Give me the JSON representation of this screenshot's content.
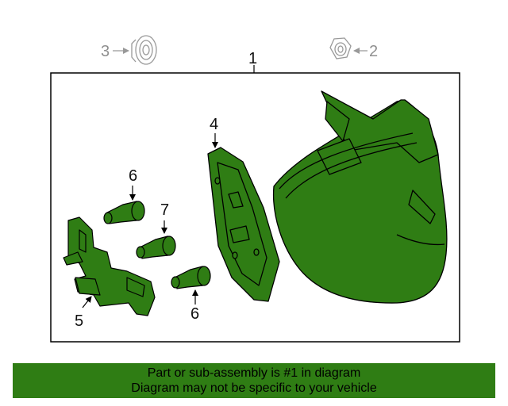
{
  "callouts": {
    "c1": "1",
    "c2": "2",
    "c3": "3",
    "c4": "4",
    "c5": "5",
    "c6a": "6",
    "c6b": "6",
    "c7": "7"
  },
  "banner": {
    "line1": "Part or sub-assembly is #1 in diagram",
    "line2": "Diagram may not be specific to your vehicle"
  },
  "colors": {
    "part_fill": "#2f7d14",
    "banner_bg": "#2f7d14",
    "outline": "#000000",
    "inactive_part": "#9a9a9a"
  },
  "icons": [
    "bolt-nut-icon",
    "flange-nut-icon"
  ]
}
